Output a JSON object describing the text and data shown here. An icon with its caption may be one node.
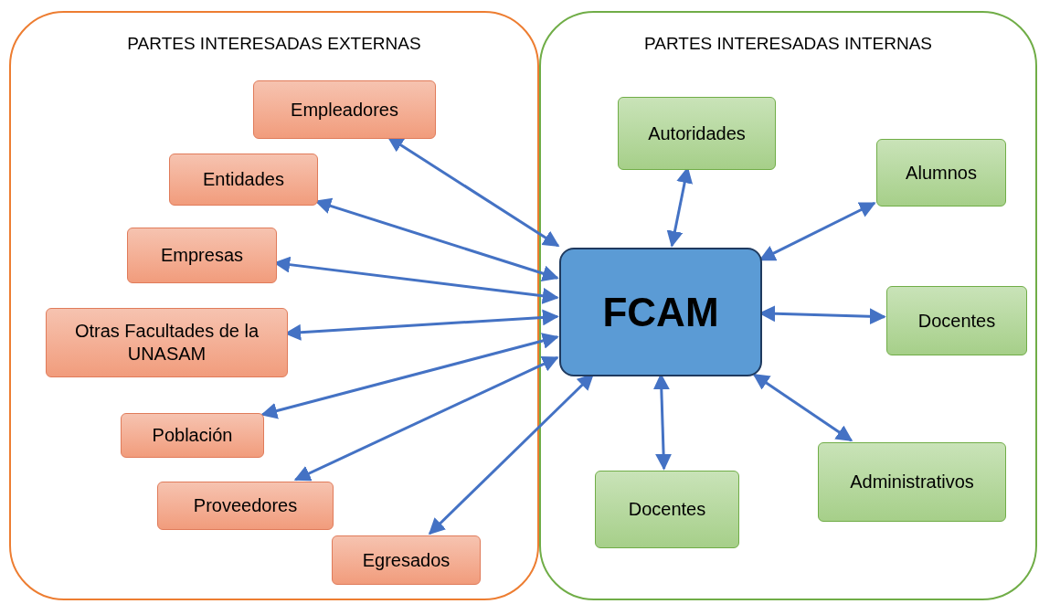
{
  "diagram": {
    "nodes": [
      {
        "text": [
          "PARTES INTERESADAS EXTERNAS"
        ]
      },
      {
        "text": [
          "PARTES INTERESADAS INTERNAS"
        ]
      },
      {
        "text": [
          "Empleadores"
        ],
        "in": 0
      },
      {
        "text": [
          "Entidades"
        ],
        "in": 0
      },
      {
        "text": [
          "Empresas"
        ],
        "in": 0
      },
      {
        "text": [
          "Otras Facultades de la UNASAM"
        ],
        "in": 0
      },
      {
        "text": [
          "Población"
        ],
        "in": 0
      },
      {
        "text": [
          "Proveedores"
        ],
        "in": 0
      },
      {
        "text": [
          "Egresados"
        ],
        "in": 0
      },
      {
        "text": [
          "FCAM"
        ],
        "in": 1
      },
      {
        "text": [
          "Autoridades"
        ],
        "in": 1
      },
      {
        "text": [
          "Alumnos"
        ],
        "in": 1
      },
      {
        "text": [
          "Docentes"
        ],
        "in": 1
      },
      {
        "text": [
          "Docentes"
        ],
        "in": 1
      },
      {
        "text": [
          "Administrativos"
        ],
        "in": 1
      }
    ],
    "edges": [
      {
        "from": 9,
        "to": 2,
        "arrow": "both"
      },
      {
        "from": 9,
        "to": 3,
        "arrow": "both"
      },
      {
        "from": 9,
        "to": 4,
        "arrow": "both"
      },
      {
        "from": 9,
        "to": 5,
        "arrow": "both"
      },
      {
        "from": 9,
        "to": 6,
        "arrow": "both"
      },
      {
        "from": 9,
        "to": 7,
        "arrow": "both"
      },
      {
        "from": 9,
        "to": 8,
        "arrow": "both"
      },
      {
        "from": 9,
        "to": 10,
        "arrow": "both"
      },
      {
        "from": 9,
        "to": 11,
        "arrow": "both"
      },
      {
        "from": 9,
        "to": 12,
        "arrow": "both"
      },
      {
        "from": 9,
        "to": 13,
        "arrow": "both"
      },
      {
        "from": 9,
        "to": 14,
        "arrow": "both"
      }
    ]
  }
}
